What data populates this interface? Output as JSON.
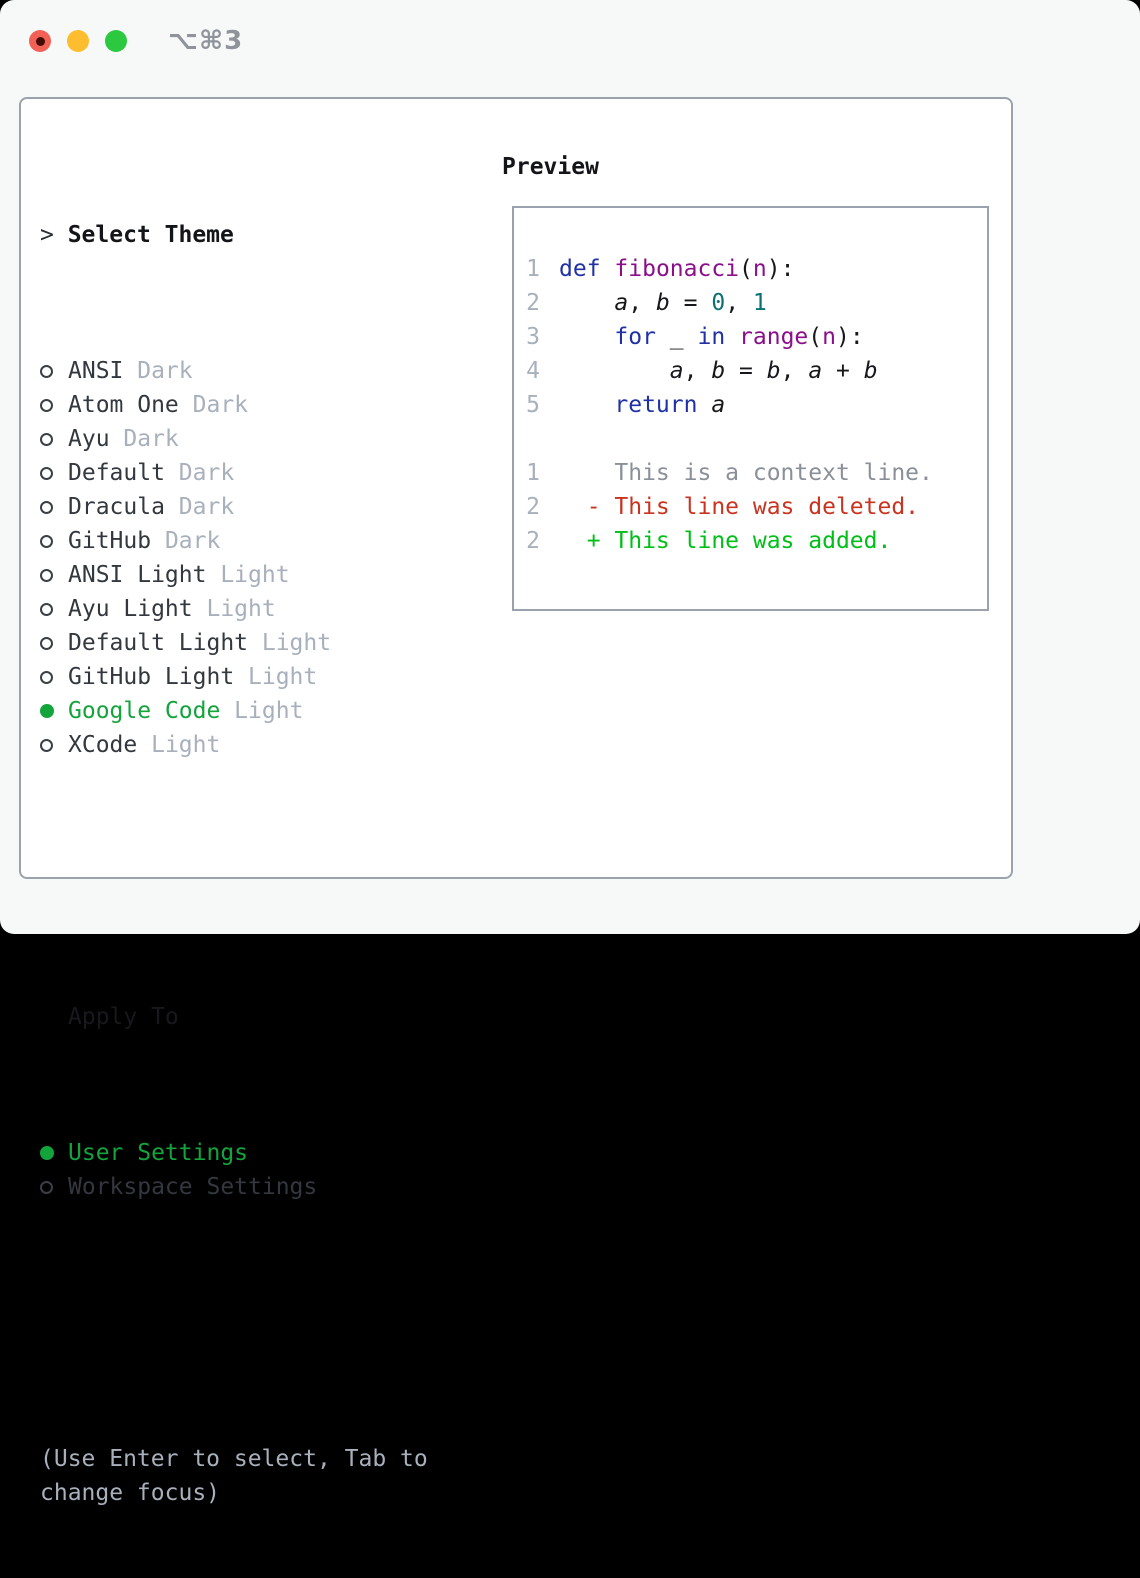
{
  "window": {
    "title": "⌥⌘3"
  },
  "titlebar": {
    "buttons": [
      "close",
      "minimize",
      "maximize"
    ],
    "light_colors": {
      "close": "#f16156",
      "minimize": "#fdbd2e",
      "maximize": "#2bc840"
    }
  },
  "theme_panel": {
    "header": {
      "prefix": "> ",
      "label": "Select Theme"
    },
    "themes": [
      {
        "name": "ANSI",
        "variant": "Dark",
        "selected": false
      },
      {
        "name": "Atom One",
        "variant": "Dark",
        "selected": false
      },
      {
        "name": "Ayu",
        "variant": "Dark",
        "selected": false
      },
      {
        "name": "Default",
        "variant": "Dark",
        "selected": false
      },
      {
        "name": "Dracula",
        "variant": "Dark",
        "selected": false
      },
      {
        "name": "GitHub",
        "variant": "Dark",
        "selected": false
      },
      {
        "name": "ANSI Light",
        "variant": "Light",
        "selected": false
      },
      {
        "name": "Ayu Light",
        "variant": "Light",
        "selected": false
      },
      {
        "name": "Default Light",
        "variant": "Light",
        "selected": false
      },
      {
        "name": "GitHub Light",
        "variant": "Light",
        "selected": false
      },
      {
        "name": "Google Code",
        "variant": "Light",
        "selected": true
      },
      {
        "name": "XCode",
        "variant": "Light",
        "selected": false
      }
    ],
    "apply_to": {
      "label": "Apply To",
      "options": [
        {
          "name": "User Settings",
          "selected": true
        },
        {
          "name": "Workspace Settings",
          "selected": false
        }
      ]
    },
    "help_lines": [
      "(Use Enter to select, Tab to",
      "change focus)"
    ]
  },
  "preview": {
    "label": "Preview",
    "code_lines": [
      {
        "num": "1",
        "tokens": [
          [
            "kw",
            "def"
          ],
          [
            "pl",
            " "
          ],
          [
            "fn",
            "fibonacci"
          ],
          [
            "pl",
            "("
          ],
          [
            "fn",
            "n"
          ],
          [
            "pl",
            "):"
          ]
        ]
      },
      {
        "num": "2",
        "tokens": [
          [
            "pl",
            "    "
          ],
          [
            "va",
            "a"
          ],
          [
            "pl",
            ", "
          ],
          [
            "va",
            "b"
          ],
          [
            "pl",
            " = "
          ],
          [
            "nu",
            "0"
          ],
          [
            "pl",
            ", "
          ],
          [
            "nu",
            "1"
          ]
        ]
      },
      {
        "num": "3",
        "tokens": [
          [
            "pl",
            "    "
          ],
          [
            "kw",
            "for"
          ],
          [
            "pl",
            " _ "
          ],
          [
            "kw",
            "in"
          ],
          [
            "pl",
            " "
          ],
          [
            "fn",
            "range"
          ],
          [
            "pl",
            "("
          ],
          [
            "fn",
            "n"
          ],
          [
            "pl",
            "):"
          ]
        ]
      },
      {
        "num": "4",
        "tokens": [
          [
            "pl",
            "        "
          ],
          [
            "va",
            "a"
          ],
          [
            "pl",
            ", "
          ],
          [
            "va",
            "b"
          ],
          [
            "pl",
            " = "
          ],
          [
            "va",
            "b"
          ],
          [
            "pl",
            ", "
          ],
          [
            "va",
            "a"
          ],
          [
            "pl",
            " + "
          ],
          [
            "va",
            "b"
          ]
        ]
      },
      {
        "num": "5",
        "tokens": [
          [
            "pl",
            "    "
          ],
          [
            "kw",
            "return"
          ],
          [
            "pl",
            " "
          ],
          [
            "va",
            "a"
          ]
        ]
      }
    ],
    "diff_lines": [
      {
        "num": "1",
        "type": "context",
        "text": "    This is a context line."
      },
      {
        "num": "2",
        "type": "deleted",
        "text": "  - This line was deleted."
      },
      {
        "num": "2",
        "type": "added",
        "text": "  + This line was added."
      }
    ]
  },
  "colors": {
    "selected_green": "#13a43c",
    "keyword_blue": "#2030a5",
    "function_purple": "#8a0f8a",
    "number_teal": "#0b7273",
    "plain_code": "#17181c",
    "context_gray": "#8a8f98",
    "deleted_red": "#c93420",
    "added_green": "#00c017",
    "muted_gray": "#a8b0bc",
    "panel_border": "#9aa3ad"
  }
}
